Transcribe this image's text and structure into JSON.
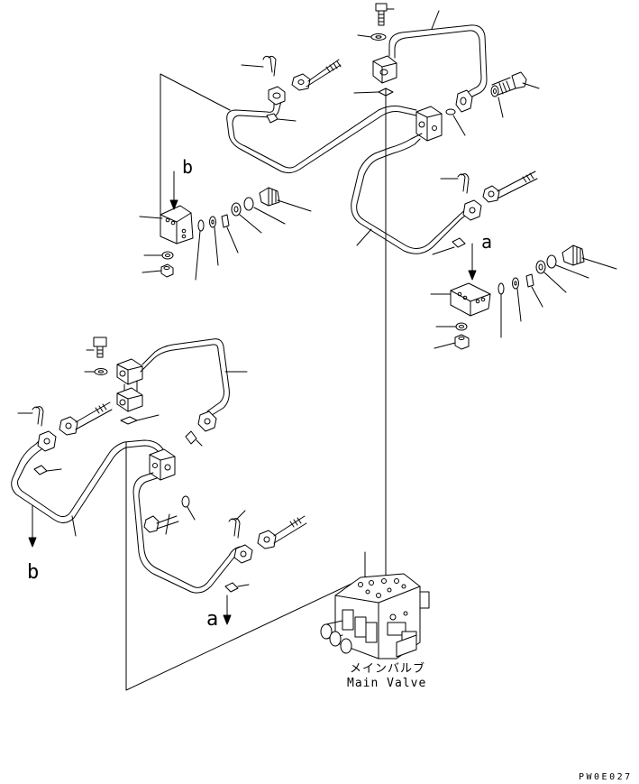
{
  "callouts": {
    "a_upper": "a",
    "b_upper": "b",
    "b_lower": "b",
    "a_lower": "a"
  },
  "main_valve": {
    "label_jp": "メインバルブ",
    "label_en": "Main Valve"
  },
  "drawing_code": "PW0E027",
  "icons": {
    "tube_upper_right": "hydraulic-tube",
    "tube_upper_left": "hydraulic-tube",
    "tube_lower_right": "hydraulic-tube",
    "tube_lower_left": "hydraulic-tube",
    "valve": "main-control-valve",
    "fasteners": [
      "bolt",
      "washer",
      "nut",
      "clip",
      "o-ring",
      "split-flange",
      "bracket"
    ]
  }
}
